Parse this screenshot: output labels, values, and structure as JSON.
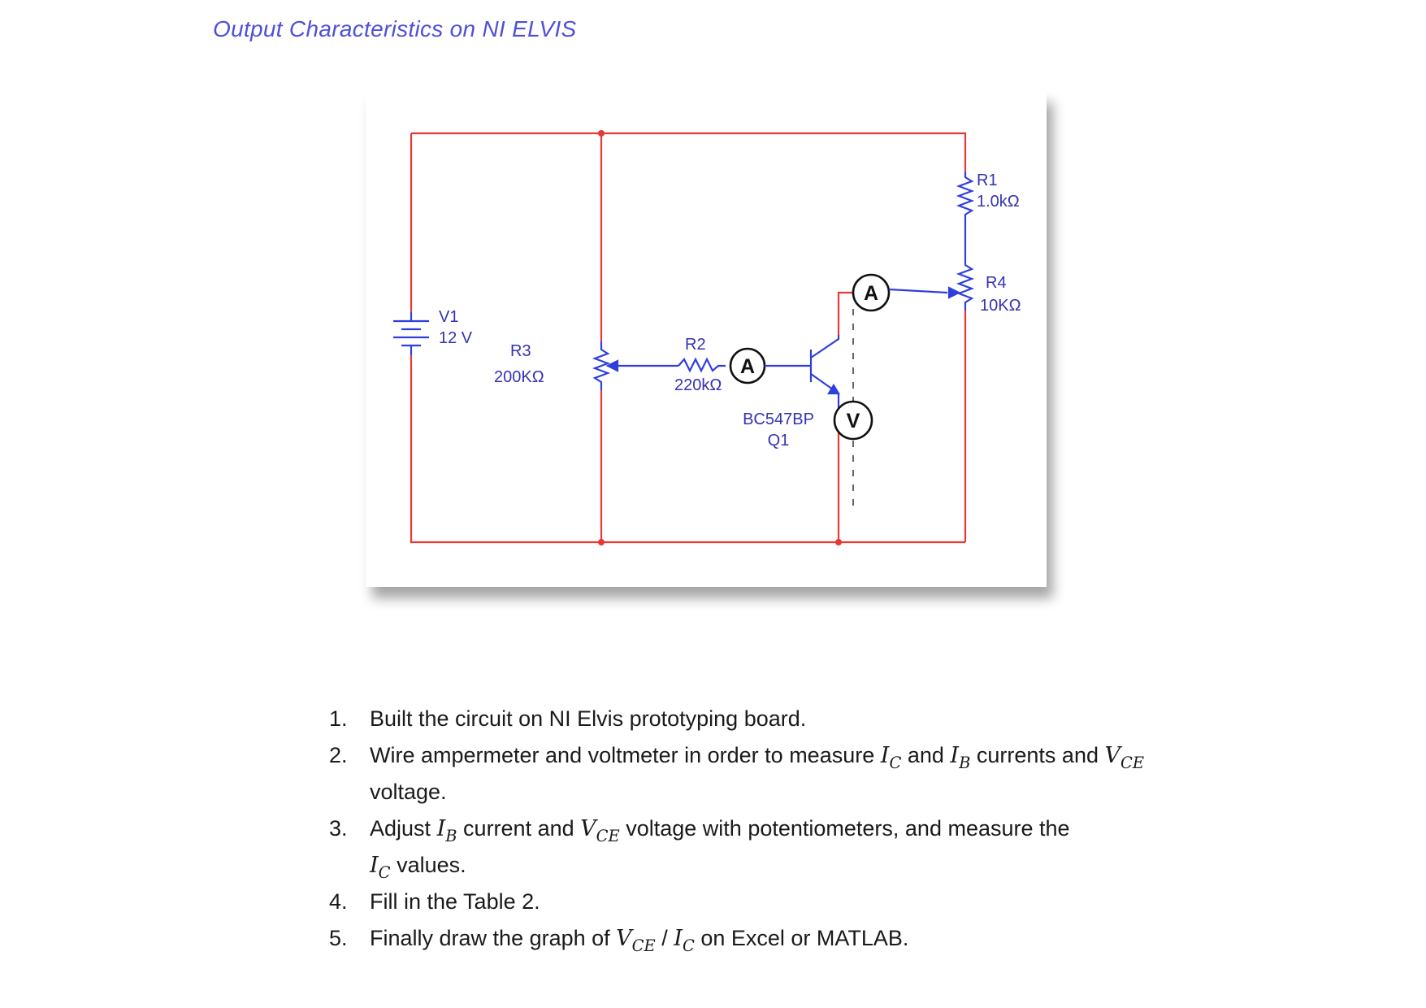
{
  "document": {
    "heading": "Output Characteristics on NI ELVIS"
  },
  "schematic": {
    "v1_name": "V1",
    "v1_value": "12 V",
    "r3_name": "R3",
    "r3_value": "200KΩ",
    "r2_name": "R2",
    "r2_value": "220kΩ",
    "r1_name": "R1",
    "r1_value": "1.0kΩ",
    "r4_name": "R4",
    "r4_value": "10KΩ",
    "q1_model": "BC547BP",
    "q1_name": "Q1",
    "ammeter_symbol": "A",
    "voltmeter_symbol": "V",
    "colors": {
      "wire": "#e53935",
      "component": "#2f3fdc",
      "meter_outline": "#111111",
      "junction": "#e53935"
    }
  },
  "steps": {
    "items": [
      {
        "num": "1.",
        "text": "Built the circuit on NI Elvis prototyping board."
      },
      {
        "num": "2.",
        "text_a": "Wire ampermeter and voltmeter in order to measure",
        "ic": "I",
        "ic_sub": "C",
        "and": "and",
        "ib": "I",
        "ib_sub": "B",
        "text_b": "currents and",
        "vce": "V",
        "vce_sub": "CE",
        "text_c": "voltage."
      },
      {
        "num": "3.",
        "text_a": "Adjust",
        "ib": "I",
        "ib_sub": "B",
        "text_b": "current and",
        "vce": "V",
        "vce_sub": "CE",
        "text_c": "voltage with potentiometers, and measure the",
        "ic": "I",
        "ic_sub": "C",
        "text_d": "values."
      },
      {
        "num": "4.",
        "text": "Fill in the Table 2."
      },
      {
        "num": "5.",
        "text_a": "Finally draw the graph of",
        "vce": "V",
        "vce_sub": "CE",
        "slash": "/",
        "ic": "I",
        "ic_sub": "C",
        "text_b": "on Excel or MATLAB."
      }
    ]
  }
}
